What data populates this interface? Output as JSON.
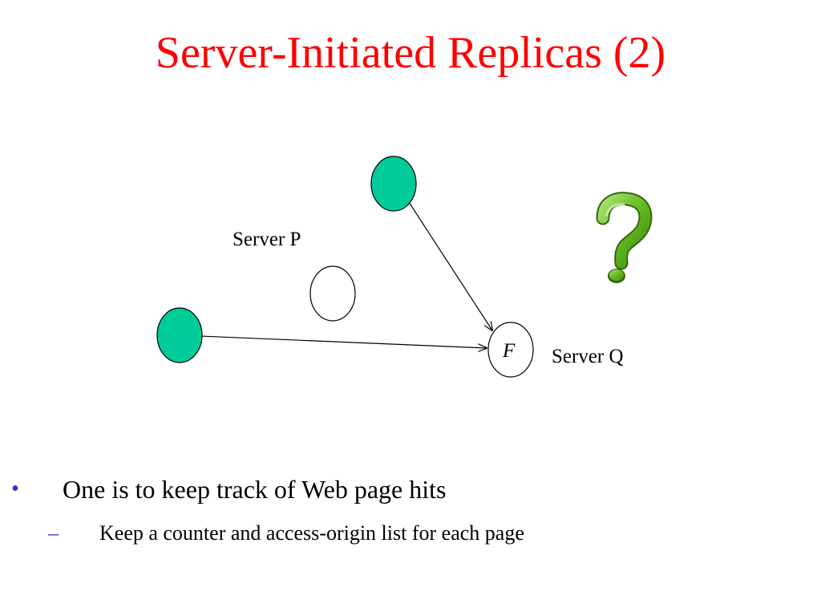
{
  "slide": {
    "title": "Server-Initiated Replicas (2)"
  },
  "diagram": {
    "server_p_label": "Server P",
    "server_q_label": "Server Q",
    "file_label": "F",
    "colors": {
      "client_fill": "#00cc99",
      "server_fill": "#ffffff",
      "stroke": "#000000",
      "question_mark": "#66bb22"
    },
    "icons": [
      "question-mark-icon"
    ]
  },
  "bullets": [
    {
      "marker": "•",
      "text": "One is to keep track of Web page hits",
      "sub": [
        {
          "marker": "–",
          "text": "Keep a counter and access-origin list for each page"
        }
      ]
    }
  ]
}
